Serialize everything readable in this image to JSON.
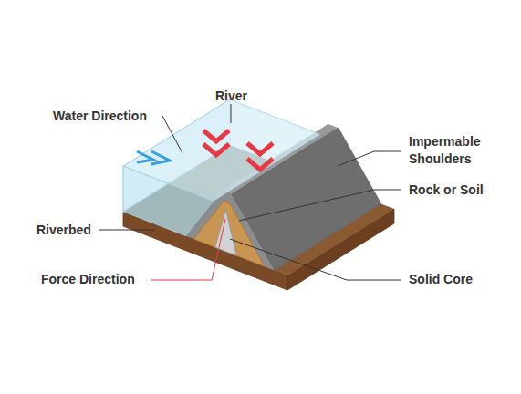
{
  "diagram": {
    "labels": [
      "River",
      "Water Direction",
      "Impermable Shoulders",
      "Rock or Soil",
      "Riverbed",
      "Force Direction",
      "Solid Core"
    ]
  }
}
